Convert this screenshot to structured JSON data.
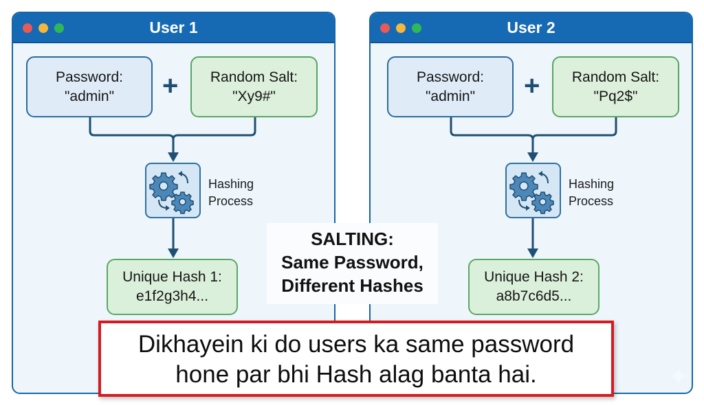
{
  "windows": [
    {
      "title": "User 1",
      "password": {
        "label": "Password:",
        "value": "\"admin\""
      },
      "operator": "+",
      "salt": {
        "label": "Random Salt:",
        "value": "\"Xy9#\""
      },
      "process": {
        "icon": "gears-cycle-icon",
        "label_line1": "Hashing",
        "label_line2": "Process"
      },
      "hash": {
        "label": "Unique Hash 1:",
        "value": "e1f2g3h4..."
      }
    },
    {
      "title": "User 2",
      "password": {
        "label": "Password:",
        "value": "\"admin\""
      },
      "operator": "+",
      "salt": {
        "label": "Random Salt:",
        "value": "\"Pq2$\""
      },
      "process": {
        "icon": "gears-cycle-icon",
        "label_line1": "Hashing",
        "label_line2": "Process"
      },
      "hash": {
        "label": "Unique Hash 2:",
        "value": "a8b7c6d5..."
      }
    }
  ],
  "center_label": {
    "line1": "SALTING:",
    "line2": "Same Password,",
    "line3": "Different Hashes"
  },
  "banner": {
    "line1": "Dikhayein ki do users ka same password",
    "line2": "hone par bhi Hash alag banta hai."
  },
  "colors": {
    "titlebar": "#1669b3",
    "window_border": "#1565a8",
    "window_bg": "#eef6fc",
    "password_box": "#dfecf8",
    "salt_box": "#dcf0dc",
    "hash_box": "#dbf0db",
    "connector": "#1f4f72",
    "banner_border": "#d71920",
    "dot_red": "#e85a55",
    "dot_yellow": "#f3b83c",
    "dot_green": "#2fb858"
  }
}
